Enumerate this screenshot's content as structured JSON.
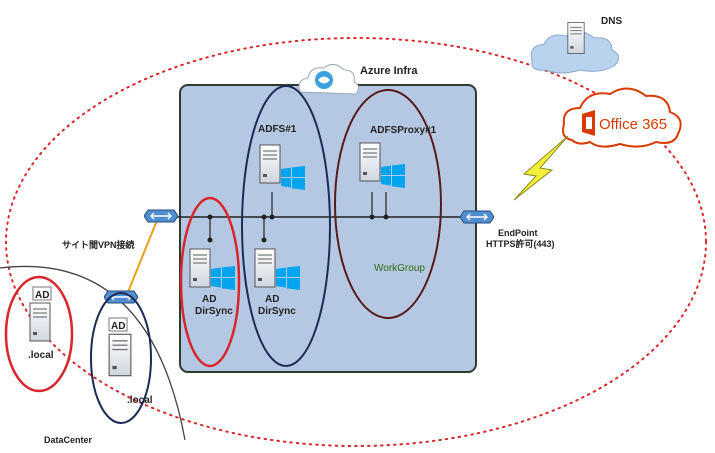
{
  "colors": {
    "azure_bg": "#b5c8e3",
    "azure_border": "#2e3a2e",
    "red": "#d9262a",
    "navy": "#1c2a56",
    "brown": "#5a1a1a",
    "cloud_blue": "#b9d3ef",
    "office_red": "#d83b01",
    "bolt_yellow": "#f3ef3a",
    "green_text": "#2e6b12"
  },
  "labels": {
    "dns": "DNS",
    "office": "Office 365",
    "azure": "Azure Infra",
    "adfs": "ADFS#1",
    "adfs_proxy": "ADFSProxy#1",
    "workgroup": "WorkGroup",
    "ad_dirsync_1_a": "AD",
    "ad_dirsync_1_b": "DirSync",
    "ad_dirsync_2_a": "AD",
    "ad_dirsync_2_b": "DirSync",
    "vpn": "サイト間VPN接続",
    "endpoint_a": "EndPoint",
    "endpoint_b": "HTTPS許可(443)",
    "dc_ad_left": "AD",
    "dc_local_left": ".local",
    "dc_ad_right": "AD",
    "dc_local_right": ".local",
    "datacenter": "DataCenter"
  },
  "icons": [
    "server-icon",
    "windows-logo-icon",
    "router-icon",
    "cloud-icon",
    "azure-logo-icon",
    "office-logo-icon",
    "lightning-icon"
  ]
}
